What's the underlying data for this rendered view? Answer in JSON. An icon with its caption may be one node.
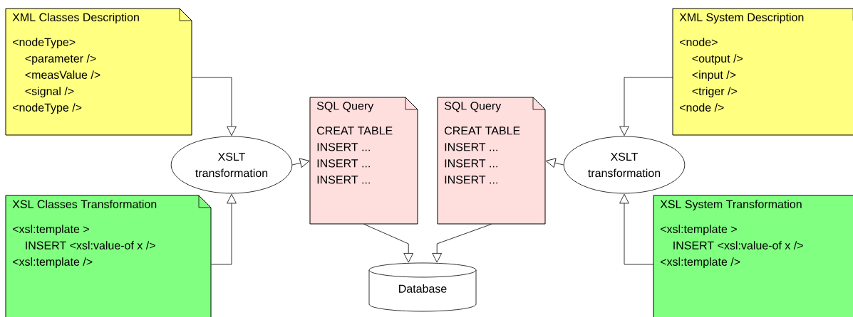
{
  "diagram": {
    "nodes": [
      {
        "text": [
          "XML Classes Description",
          "<nodeType>",
          "<parameter />",
          "<measValue />",
          "<signal />",
          "<nodeType />"
        ]
      },
      {
        "text": [
          "XSL Classes Transformation",
          "<xsl:template >",
          "INSERT <xsl:value-of x />",
          "<xsl:template />"
        ]
      },
      {
        "text": [
          "XSLT transformation"
        ]
      },
      {
        "text": [
          "SQL Query",
          "CREAT TABLE",
          "INSERT ...",
          "INSERT ...",
          "INSERT ..."
        ]
      },
      {
        "text": [
          "SQL Query",
          "CREAT TABLE",
          "INSERT ...",
          "INSERT ...",
          "INSERT ..."
        ]
      },
      {
        "text": [
          "Database"
        ]
      },
      {
        "text": [
          "XSLT transformation"
        ]
      },
      {
        "text": [
          "XML System Description",
          "<node>",
          "<output />",
          "<input />",
          "<triger />",
          "<node />"
        ]
      },
      {
        "text": [
          "XSL System Transformation",
          "<xsl:template >",
          "INSERT <xsl:value-of x />",
          "<xsl:template />"
        ]
      }
    ],
    "edges": [
      {
        "from": 0,
        "to": 2,
        "arrow": "to"
      },
      {
        "from": 1,
        "to": 2,
        "arrow": "to"
      },
      {
        "from": 2,
        "to": 3,
        "arrow": "to"
      },
      {
        "from": 6,
        "to": 4,
        "arrow": "to"
      },
      {
        "from": 7,
        "to": 6,
        "arrow": "to"
      },
      {
        "from": 8,
        "to": 6,
        "arrow": "to"
      },
      {
        "from": 3,
        "to": 5,
        "arrow": "to"
      },
      {
        "from": 4,
        "to": 5,
        "arrow": "to"
      }
    ]
  }
}
